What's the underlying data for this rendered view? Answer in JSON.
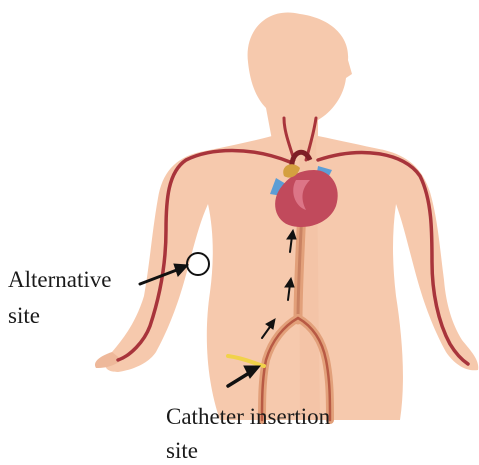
{
  "labels": {
    "alternative_line1": "Alternative",
    "alternative_line2": "site",
    "catheter_line1": "Catheter insertion",
    "catheter_line2": "site"
  },
  "colors": {
    "skin": "#f6c9ad",
    "skin_shade": "#eeb89a",
    "vessel": "#a8343b",
    "vessel_dark": "#7e1f26",
    "vessel_light": "#e2a07a",
    "heart": "#c14a5c",
    "heart_highlight": "#e7889a",
    "blue_vessel": "#5c9ed6",
    "catheter": "#f1d24a",
    "arrow": "#111111"
  }
}
